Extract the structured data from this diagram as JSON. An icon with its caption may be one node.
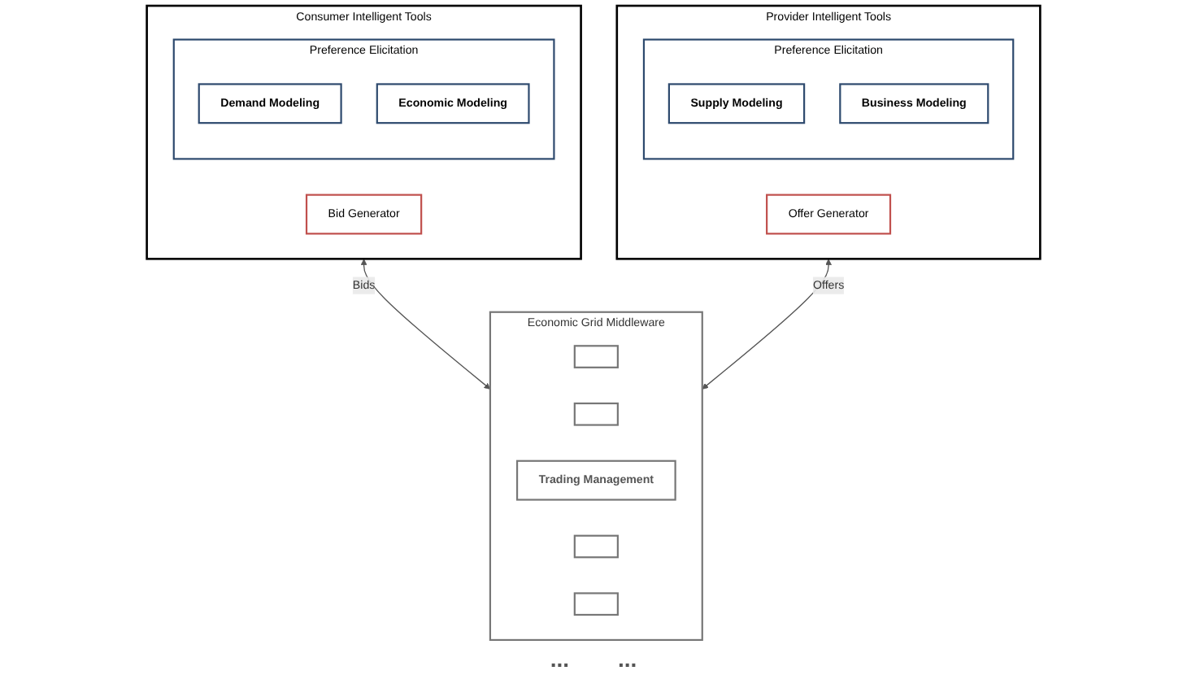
{
  "diagram": {
    "nodes": [
      {
        "text": [
          "Consumer Intelligent Tools"
        ]
      },
      {
        "text": [
          "Preference Elicitation"
        ],
        "in": 0
      },
      {
        "text": [
          "Demand Modeling"
        ],
        "in": 1
      },
      {
        "text": [
          "Economic Modeling"
        ],
        "in": 1
      },
      {
        "text": [
          "Bid Generator"
        ],
        "in": 0
      },
      {
        "text": [
          "Provider Intelligent Tools"
        ]
      },
      {
        "text": [
          "Preference Elicitation"
        ],
        "in": 5
      },
      {
        "text": [
          "Supply Modeling"
        ],
        "in": 6
      },
      {
        "text": [
          "Business Modeling"
        ],
        "in": 6
      },
      {
        "text": [
          "Offer Generator"
        ],
        "in": 5
      },
      {
        "text": [
          "Economic Grid Middleware"
        ]
      },
      {
        "text": [],
        "shape": "box",
        "in": 10
      },
      {
        "text": [],
        "shape": "box",
        "in": 10
      },
      {
        "text": [
          "Trading Management"
        ],
        "in": 10
      },
      {
        "text": [],
        "shape": "box",
        "in": 10
      },
      {
        "text": [],
        "shape": "box",
        "in": 10
      }
    ],
    "edges": [
      {
        "from": 0,
        "to": 10,
        "arrow": "both",
        "label": "Bids"
      },
      {
        "from": 5,
        "to": 10,
        "arrow": "both",
        "label": "Offers"
      }
    ],
    "labels": [
      "...",
      "..."
    ]
  }
}
